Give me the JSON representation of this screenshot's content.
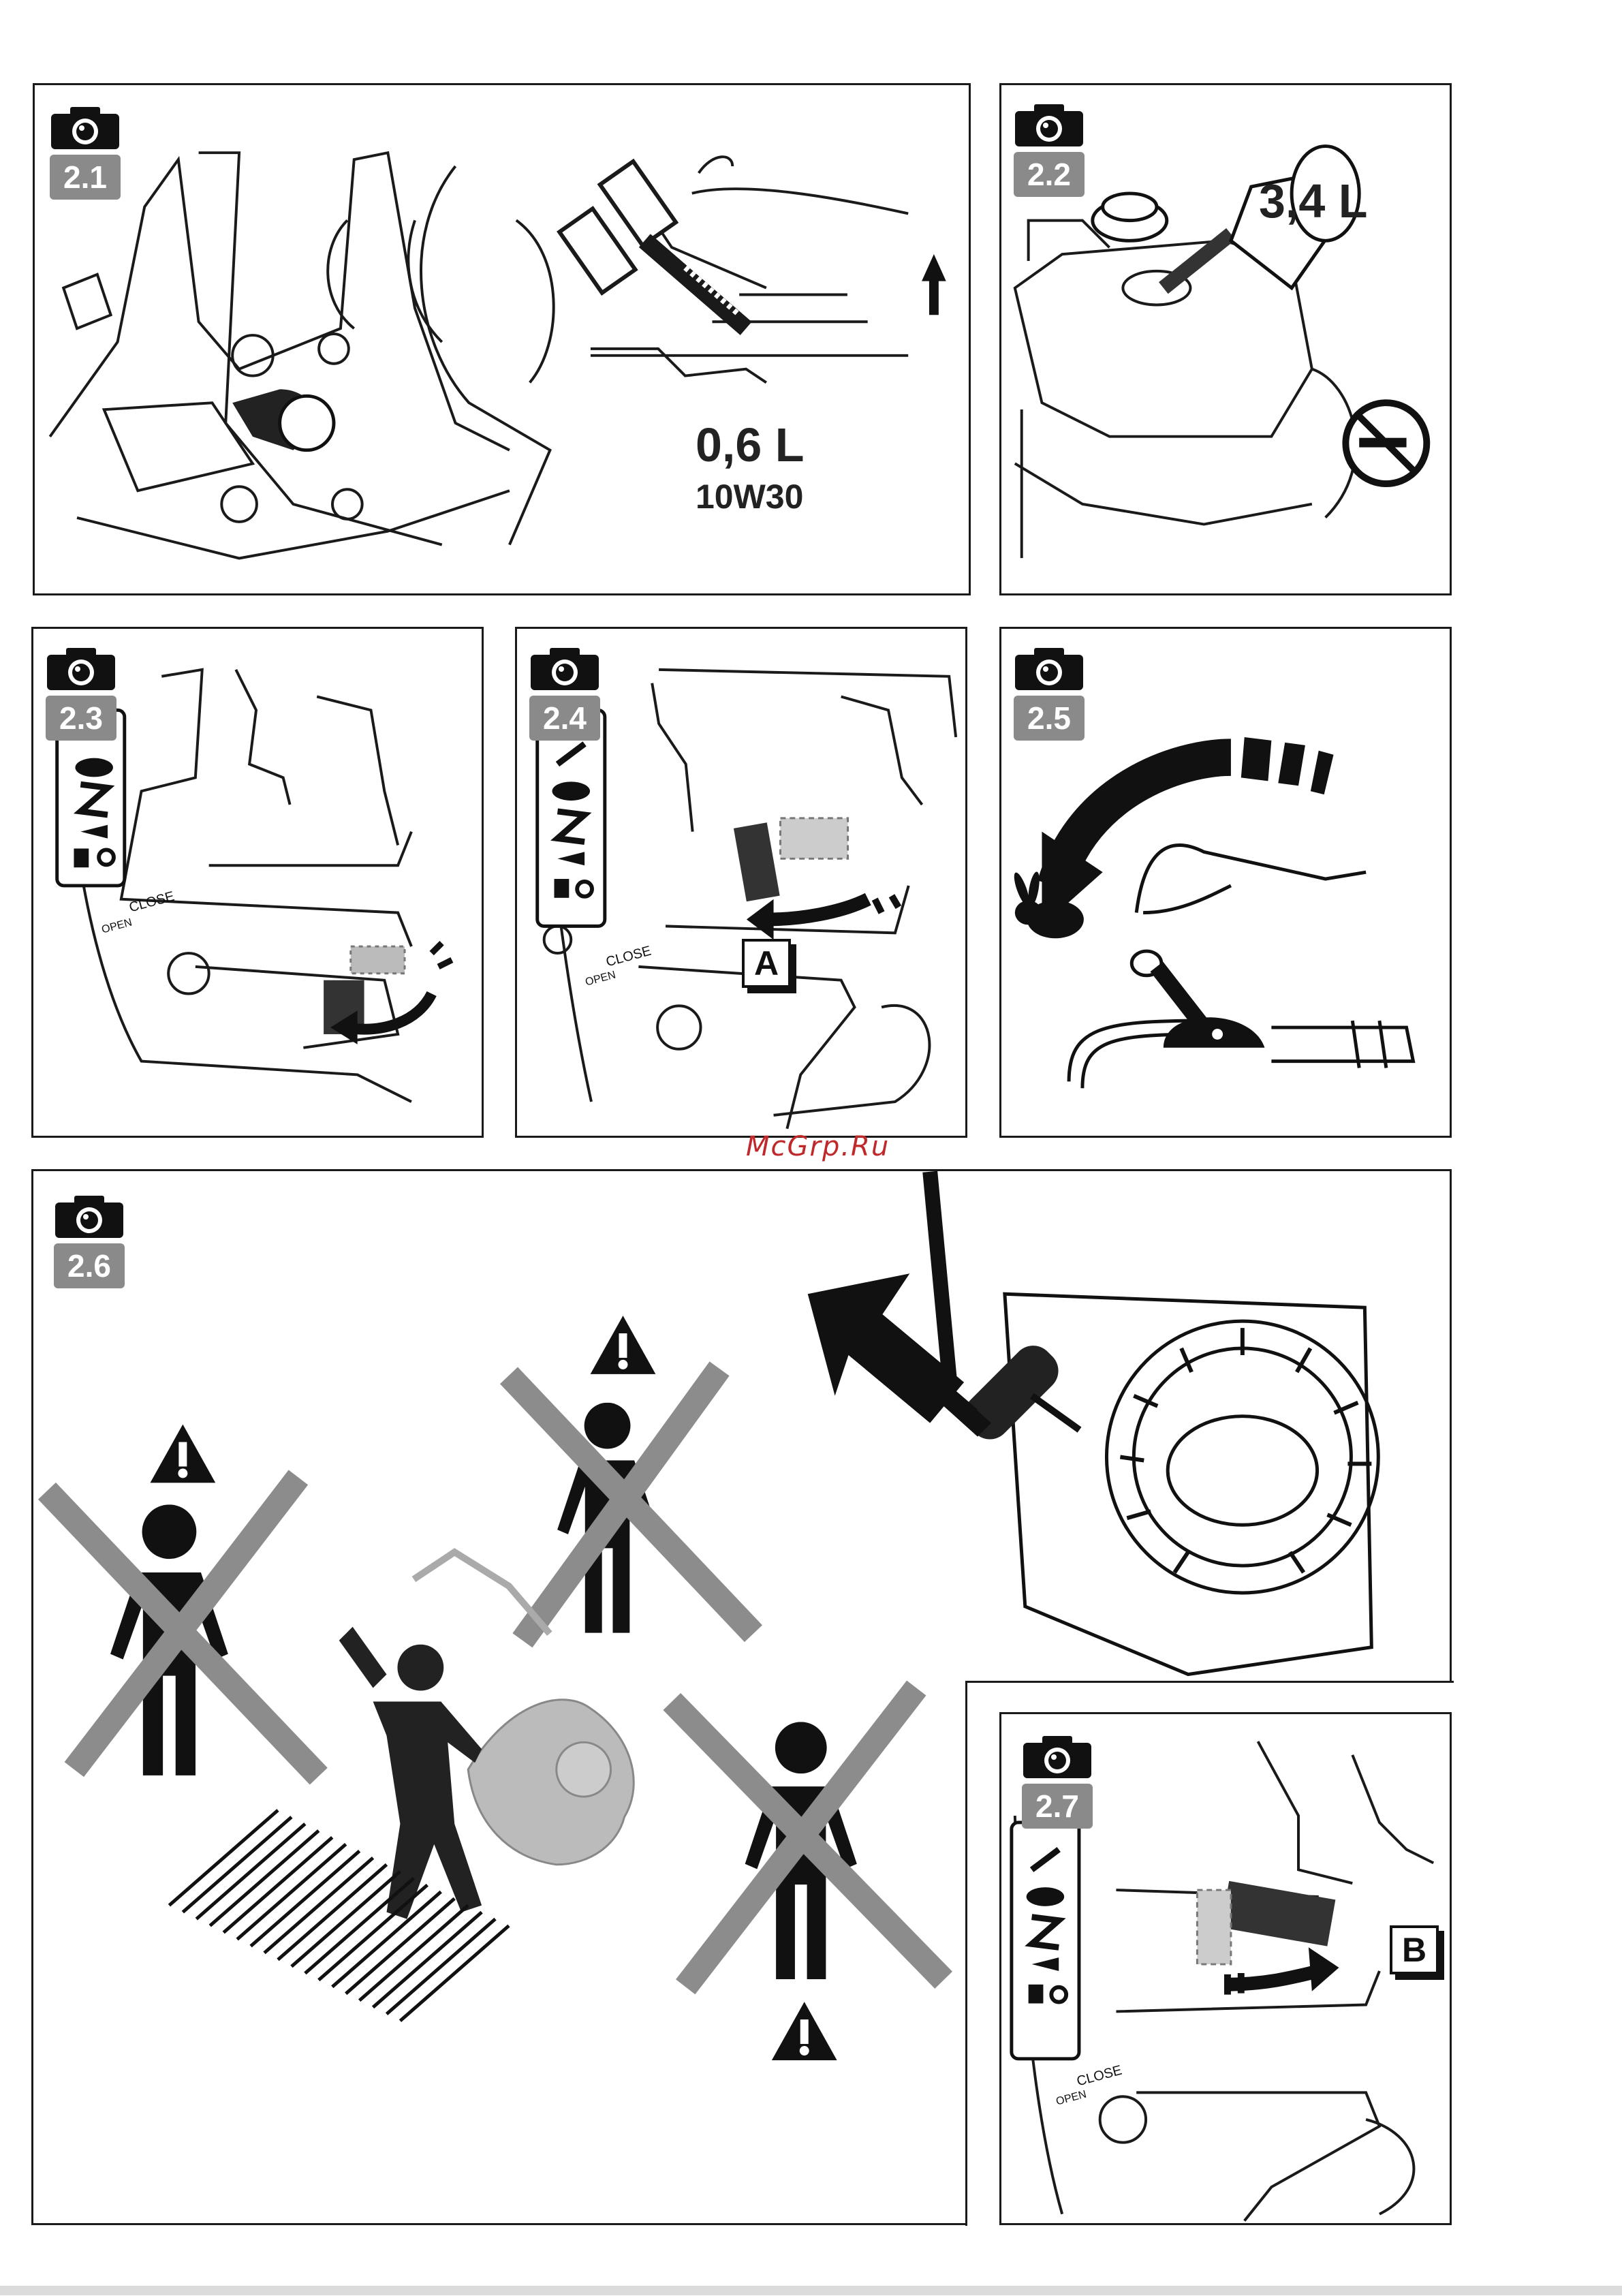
{
  "panels": {
    "p21": {
      "label": "2.1",
      "volume": "0,6 L",
      "oil": "10W30"
    },
    "p22": {
      "label": "2.2",
      "volume": "3,4 L"
    },
    "p23": {
      "label": "2.3",
      "close": "CLOSE",
      "open": "OPEN"
    },
    "p24": {
      "label": "2.4",
      "close": "CLOSE",
      "open": "OPEN",
      "marker": "A"
    },
    "p25": {
      "label": "2.5"
    },
    "p26": {
      "label": "2.6"
    },
    "p27": {
      "label": "2.7",
      "close": "CLOSE",
      "open": "OPEN",
      "marker": "B"
    }
  },
  "watermark": "McGrp.Ru",
  "icons": [
    "camera-icon",
    "no-smoking-icon",
    "warning-icon",
    "rabbit-icon",
    "turtle-icon",
    "fuel-icon"
  ],
  "colors": {
    "badge": "#8a8a8a",
    "line": "#1a1a1a",
    "cross": "#8c8c8c",
    "watermark": "#c0282a"
  }
}
